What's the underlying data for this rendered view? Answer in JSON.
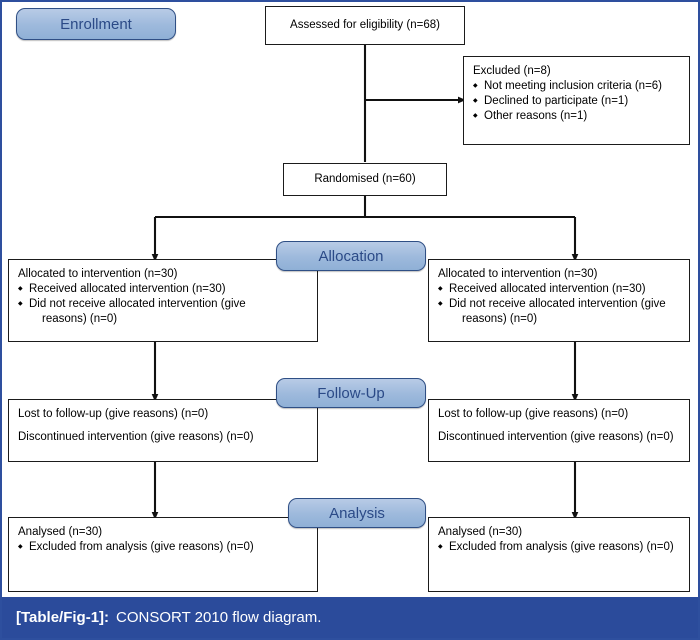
{
  "figure": {
    "caption_tag": "[Table/Fig-1]:",
    "caption_text": "CONSORT 2010 flow diagram.",
    "accent_color": "#2b4b9b",
    "phase_fill": "#9db9dc",
    "phase_text_color": "#2b4a87"
  },
  "phases": [
    {
      "label": "Enrollment"
    },
    {
      "label": "Allocation"
    },
    {
      "label": "Follow-Up"
    },
    {
      "label": "Analysis"
    }
  ],
  "boxes": {
    "assessed": {
      "text": "Assessed for eligibility (n=68)"
    },
    "excluded": {
      "head": "Excluded (n=8)",
      "bullets": [
        "Not meeting inclusion criteria (n=6)",
        "Declined to participate (n=1)",
        "Other reasons (n=1)"
      ]
    },
    "randomised": {
      "text": "Randomised (n=60)"
    },
    "allocation_left": {
      "head": "Allocated to intervention (n=30)",
      "bullets": [
        "Received allocated intervention (n=30)",
        "Did not receive allocated intervention (give"
      ],
      "bullet2_cont": "reasons) (n=0)"
    },
    "allocation_right": {
      "head": "Allocated to intervention (n=30)",
      "bullets": [
        "Received allocated intervention (n=30)",
        "Did not receive allocated intervention (give"
      ],
      "bullet2_cont": "reasons) (n=0)"
    },
    "followup_left": {
      "line1": "Lost to follow-up (give reasons) (n=0)",
      "line2": "Discontinued intervention (give reasons) (n=0)"
    },
    "followup_right": {
      "line1": "Lost to follow-up (give reasons) (n=0)",
      "line2": "Discontinued intervention (give reasons) (n=0)"
    },
    "analysis_left": {
      "head": "Analysed (n=30)",
      "bullets": [
        "Excluded from analysis (give reasons) (n=0)"
      ]
    },
    "analysis_right": {
      "head": "Analysed (n=30)",
      "bullets": [
        "Excluded from analysis (give reasons) (n=0)"
      ]
    }
  }
}
